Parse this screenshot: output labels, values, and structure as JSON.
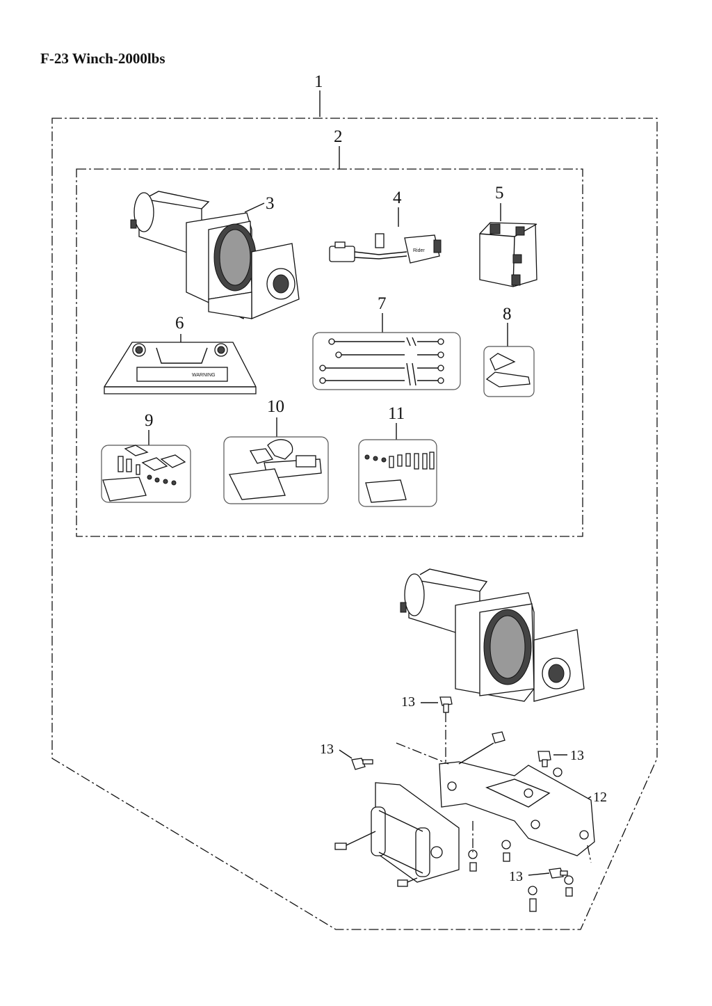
{
  "title": "F-23 Winch-2000lbs",
  "callouts": {
    "c1": "1",
    "c2": "2",
    "c3": "3",
    "c4": "4",
    "c5": "5",
    "c6": "6",
    "c7": "7",
    "c8": "8",
    "c9": "9",
    "c10": "10",
    "c11": "11",
    "c12": "12",
    "c13a": "13",
    "c13b": "13",
    "c13c": "13",
    "c13d": "13"
  },
  "labels": {
    "warning": "WARNING",
    "switch_brand": "Rider"
  }
}
